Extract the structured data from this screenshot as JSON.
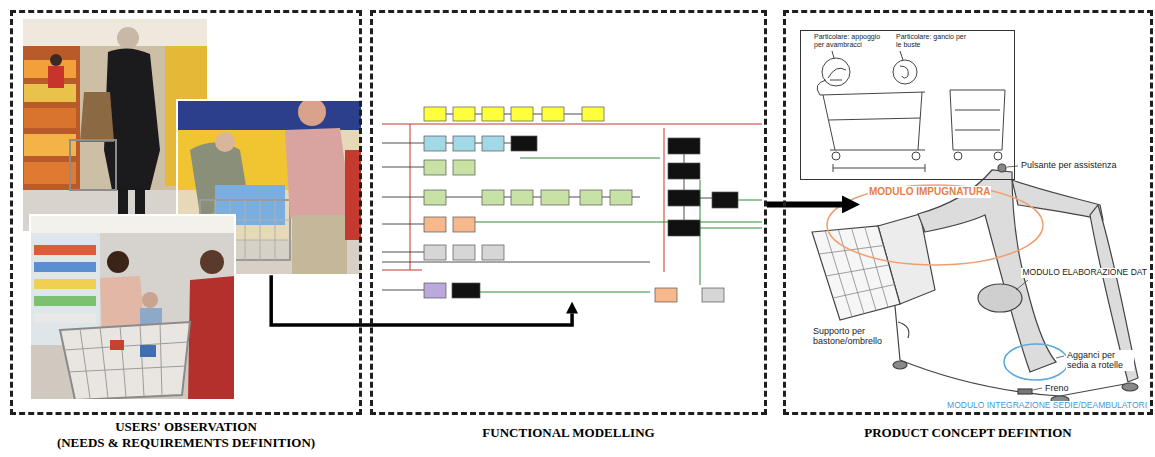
{
  "diagram": {
    "nodes": [
      {
        "text": [
          "USERS' OBSERVATION",
          "(NEEDS & REQUIREMENTS DEFINITION)"
        ]
      },
      {
        "text": [
          "FUNCTIONAL MODELLING"
        ]
      },
      {
        "text": [
          "PRODUCT CONCEPT DEFINTION"
        ]
      },
      {
        "text": [
          "Particolare: appoggio per avambracci",
          "Particolare: gancio per le buste"
        ],
        "in": 2
      }
    ],
    "edges": [
      {
        "from": 0,
        "to": 1,
        "arrow": "to"
      },
      {
        "from": 1,
        "to": 2,
        "arrow": "to"
      }
    ],
    "labels": [
      "MODULO IMPUGNATURA",
      "Pulsante per assistenza",
      "MODULO ELABORAZIONE DAT",
      "Supporto per bastone/ombrello",
      "Agganci per sedia a rotelle",
      "Freno",
      "MODULO INTEGRAZIONE SEDIE/DEAMBULATORI"
    ]
  }
}
